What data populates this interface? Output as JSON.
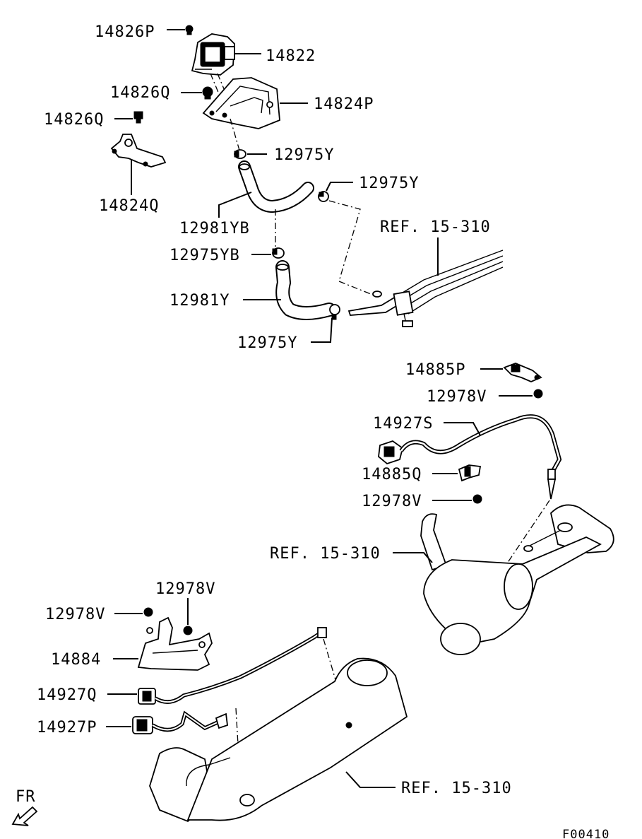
{
  "labels": [
    {
      "id": "p14826P",
      "text": "14826P"
    },
    {
      "id": "p14822",
      "text": "14822"
    },
    {
      "id": "p14826Q_a",
      "text": "14826Q"
    },
    {
      "id": "p14824P",
      "text": "14824P"
    },
    {
      "id": "p14826Q_b",
      "text": "14826Q"
    },
    {
      "id": "p12975Y_a",
      "text": "12975Y"
    },
    {
      "id": "p14824Q",
      "text": "14824Q"
    },
    {
      "id": "p12975Y_b",
      "text": "12975Y"
    },
    {
      "id": "p12981YB",
      "text": "12981YB"
    },
    {
      "id": "ref_top",
      "text": "REF. 15-310"
    },
    {
      "id": "p12975YB",
      "text": "12975YB"
    },
    {
      "id": "p12981Y",
      "text": "12981Y"
    },
    {
      "id": "p12975Y_c",
      "text": "12975Y"
    },
    {
      "id": "p14885P",
      "text": "14885P"
    },
    {
      "id": "p12978V_a",
      "text": "12978V"
    },
    {
      "id": "p14927S",
      "text": "14927S"
    },
    {
      "id": "p14885Q",
      "text": "14885Q"
    },
    {
      "id": "p12978V_b",
      "text": "12978V"
    },
    {
      "id": "ref_mid",
      "text": "REF. 15-310"
    },
    {
      "id": "p12978V_c",
      "text": "12978V"
    },
    {
      "id": "p12978V_d",
      "text": "12978V"
    },
    {
      "id": "p14884",
      "text": "14884"
    },
    {
      "id": "p14927Q",
      "text": "14927Q"
    },
    {
      "id": "p14927P",
      "text": "14927P"
    },
    {
      "id": "ref_bot",
      "text": "REF. 15-310"
    }
  ],
  "direction": {
    "text": "FR"
  },
  "figure_code": {
    "text": "F00410"
  }
}
